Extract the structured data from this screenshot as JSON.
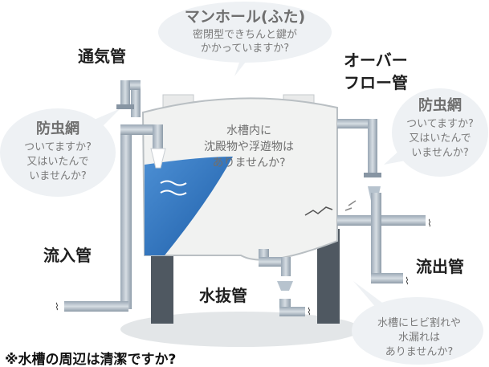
{
  "labels": {
    "inlet_pipe": "流入管",
    "vent_pipe": "通気管",
    "overflow_pipe_line1": "オーバー",
    "overflow_pipe_line2": "フロー管",
    "outlet_pipe": "流出管",
    "drain_pipe": "水抜管"
  },
  "bubbles": {
    "manhole": {
      "title": "マンホール(ふた)",
      "line1": "密閉型できちんと鍵が",
      "line2": "かかっていますか?"
    },
    "screen_left": {
      "title": "防虫網",
      "line1": "ついてますか?",
      "line2": "又はいたんで",
      "line3": "いませんか?"
    },
    "screen_right": {
      "title": "防虫網",
      "line1": "ついてますか?",
      "line2": "又はいたんで",
      "line3": "いませんか?"
    },
    "sediment": {
      "line1": "水槽内に",
      "line2": "沈殿物や浮遊物は",
      "line3": "ありませんか?"
    },
    "cracks": {
      "line1": "水槽にヒビ割れや",
      "line2": "水漏れは",
      "line3": "ありませんか?"
    }
  },
  "footnote": "※水槽の周辺は清潔ですか?",
  "colors": {
    "pipe": "#b7c3ce",
    "pipe_dark": "#8795a3",
    "water": "#2f6fb8",
    "tank": "#f1f2f1",
    "bubble": "#eef1f4",
    "post": "#4f5861"
  }
}
